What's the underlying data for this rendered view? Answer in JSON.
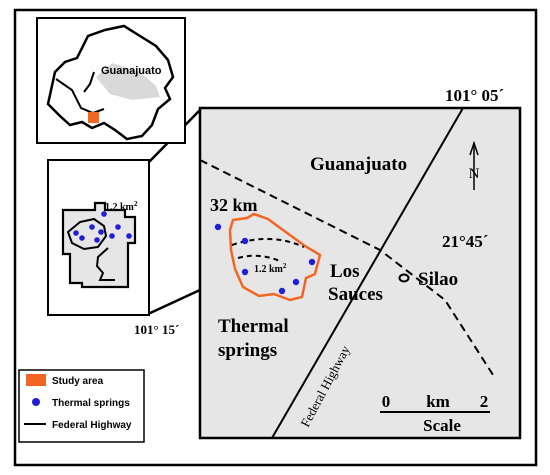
{
  "inset_state_label": "Guanajuato",
  "main_map": {
    "region_label": "Guanajuato",
    "distance_label": "32 km",
    "area_label": "1.2 km",
    "area_sup": "2",
    "place_label_line1": "Los",
    "place_label_line2": "Sauces",
    "city_label": "Silao",
    "lat_label": "21°45´",
    "lon_top_label": "101° 05´",
    "lon_bottom_label": "101° 15´",
    "springs_label_line1": "Thermal",
    "springs_label_line2": "springs",
    "highway_label": "Federal Highway",
    "north_label": "N",
    "scale": {
      "min": "0",
      "unit": "km",
      "max": "2",
      "title": "Scale"
    }
  },
  "inset_zoom": {
    "area_label": "1.2 km",
    "area_sup": "2"
  },
  "legend": {
    "items": [
      {
        "label": "Study area",
        "symbol": "square",
        "color": "#f26522"
      },
      {
        "label": "Thermal springs",
        "symbol": "dot",
        "color": "#1f1fd6"
      },
      {
        "label": "Federal Highway",
        "symbol": "line",
        "color": "#000000"
      }
    ]
  },
  "colors": {
    "map_fill": "#e6e6e6",
    "study_area": "#f26522",
    "spring": "#1f1fd6",
    "line": "#000000"
  }
}
